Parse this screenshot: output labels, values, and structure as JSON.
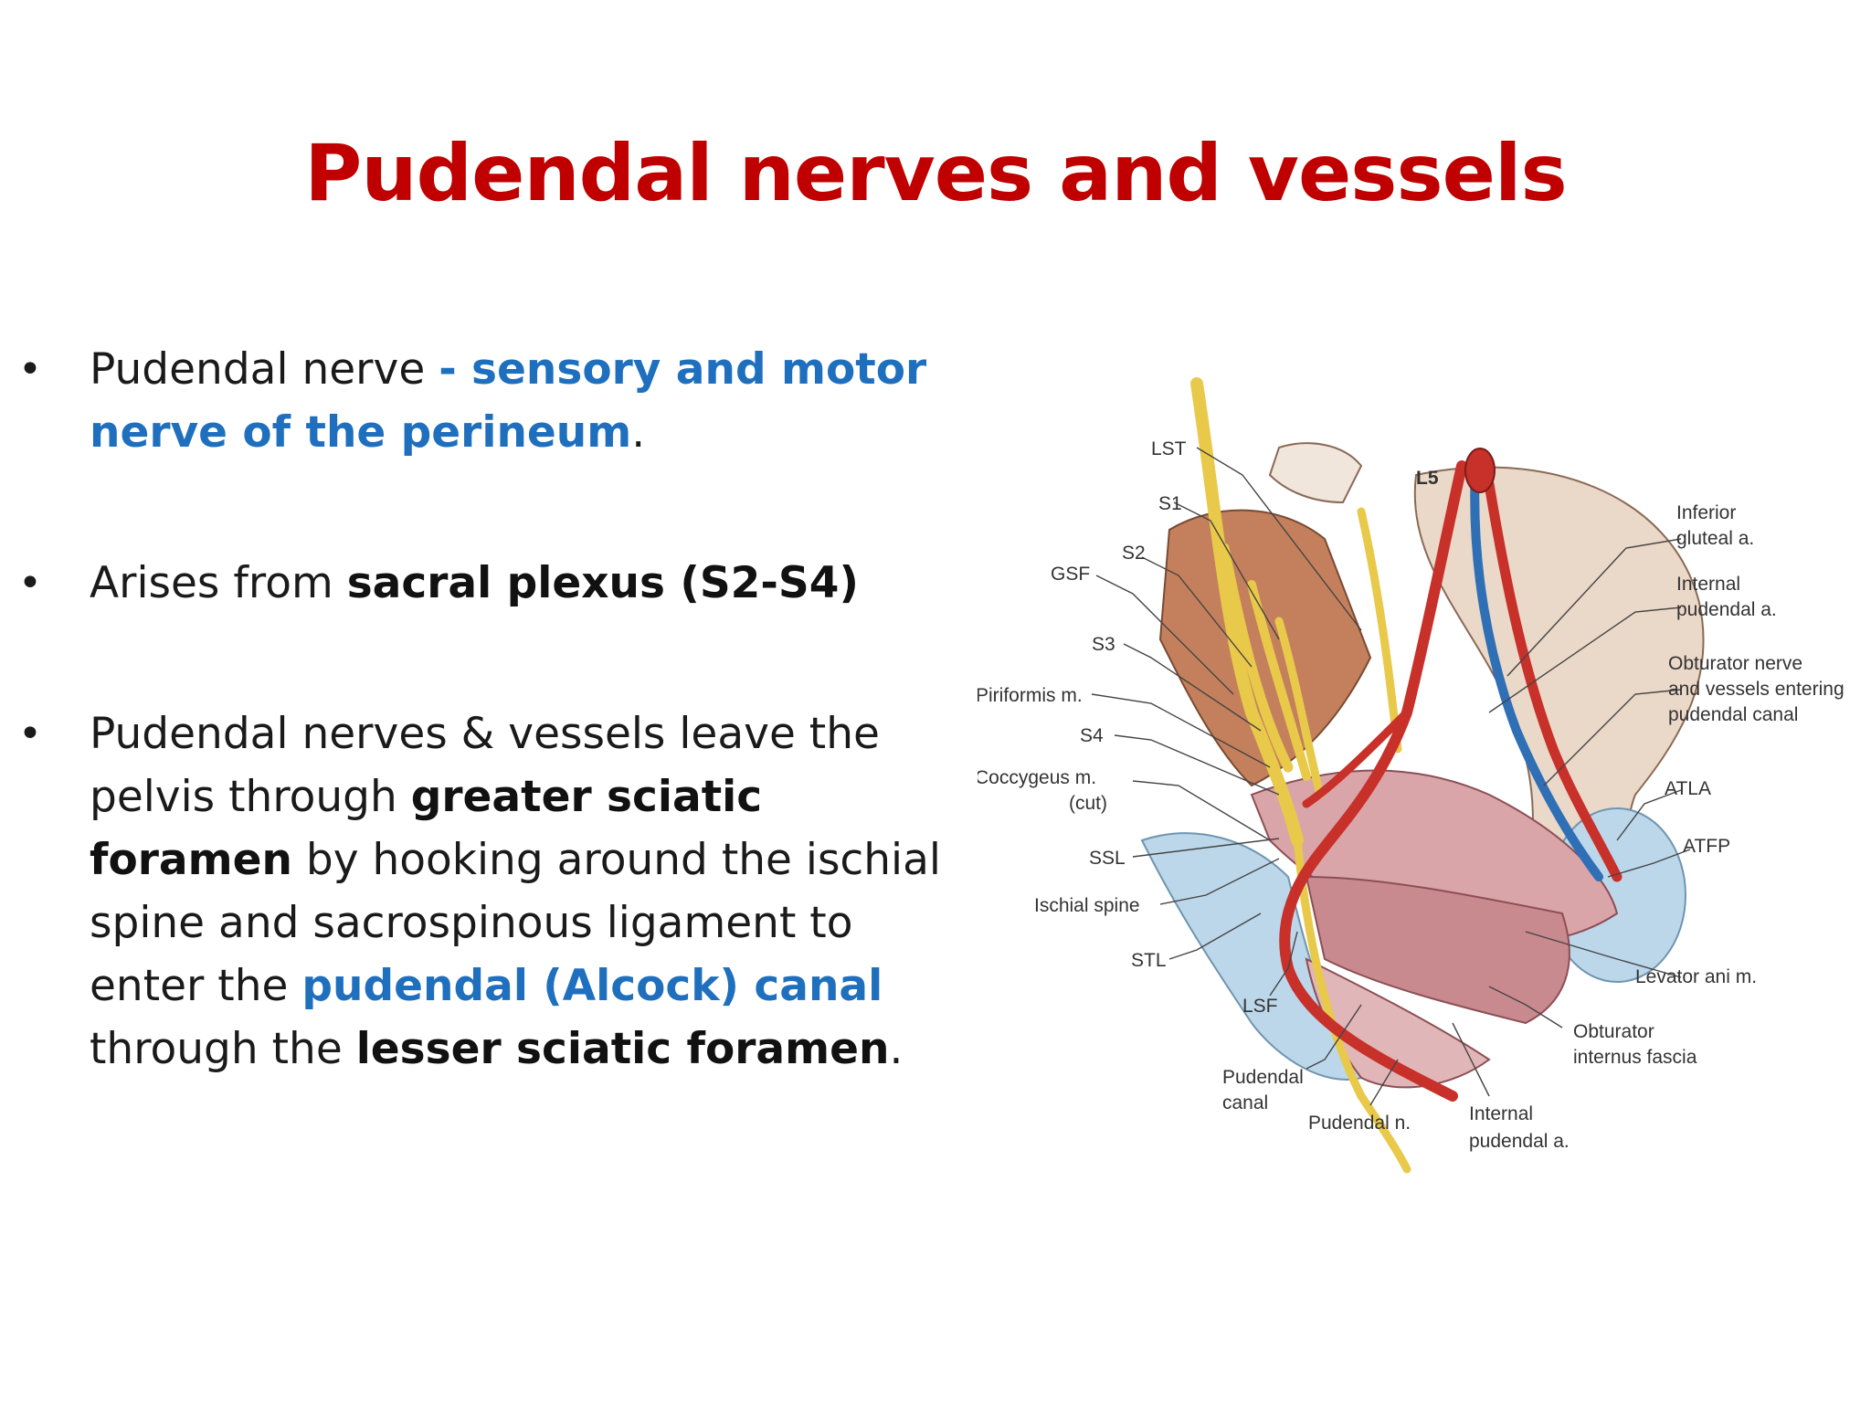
{
  "title": "Pudendal nerves and vessels",
  "bullets": [
    {
      "b1_t1": "Pudendal nerve ",
      "b1_t2": "- sensory and motor nerve of the perineum",
      "b1_t3": "."
    },
    {
      "b2_t1": "Arises from ",
      "b2_t2": "sacral plexus (S2-S4)"
    },
    {
      "b3_t1": "Pudendal nerves & vessels leave the pelvis through ",
      "b3_t2": "greater sciatic foramen",
      "b3_t3": " by hooking around the ischial spine and sacrospinous ligament to enter the ",
      "b3_t4": "pudendal (Alcock) canal",
      "b3_t5": " through the ",
      "b3_t6": "lesser sciatic foramen",
      "b3_t7": "."
    }
  ],
  "bullet_glyph": "•",
  "figure": {
    "labels": {
      "lst": "LST",
      "s1": "S1",
      "s2": "S2",
      "gsf": "GSF",
      "s3": "S3",
      "piriformis": "Piriformis m.",
      "s4": "S4",
      "coccygeus1": "Coccygeus m.",
      "coccygeus2": "(cut)",
      "ssl": "SSL",
      "ischial_spine": "Ischial spine",
      "stl": "STL",
      "lsf": "LSF",
      "pudendal_canal1": "Pudendal",
      "pudendal_canal2": "canal",
      "pudendal_n": "Pudendal n.",
      "internal_pud_bottom1": "Internal",
      "internal_pud_bottom2": "pudendal a.",
      "l5": "L5",
      "inferior_gluteal1": "Inferior",
      "inferior_gluteal2": "gluteal a.",
      "internal_pud_top1": "Internal",
      "internal_pud_top2": "pudendal a.",
      "obturator1": "Obturator nerve",
      "obturator2": "and vessels entering",
      "obturator3": "pudendal canal",
      "atla": "ATLA",
      "atfp": "ATFP",
      "levator": "Levator ani m.",
      "obt_fascia1": "Obturator",
      "obt_fascia2": "internus fascia"
    }
  },
  "colors": {
    "title": "#c00000",
    "accent_blue": "#1f6fbf",
    "nerve": "#e8c94a",
    "artery": "#c8302a",
    "vein": "#2f6fb5",
    "ligament": "#bcd7ea",
    "muscle": "#d9a5a8",
    "bone": "#b8714f"
  }
}
